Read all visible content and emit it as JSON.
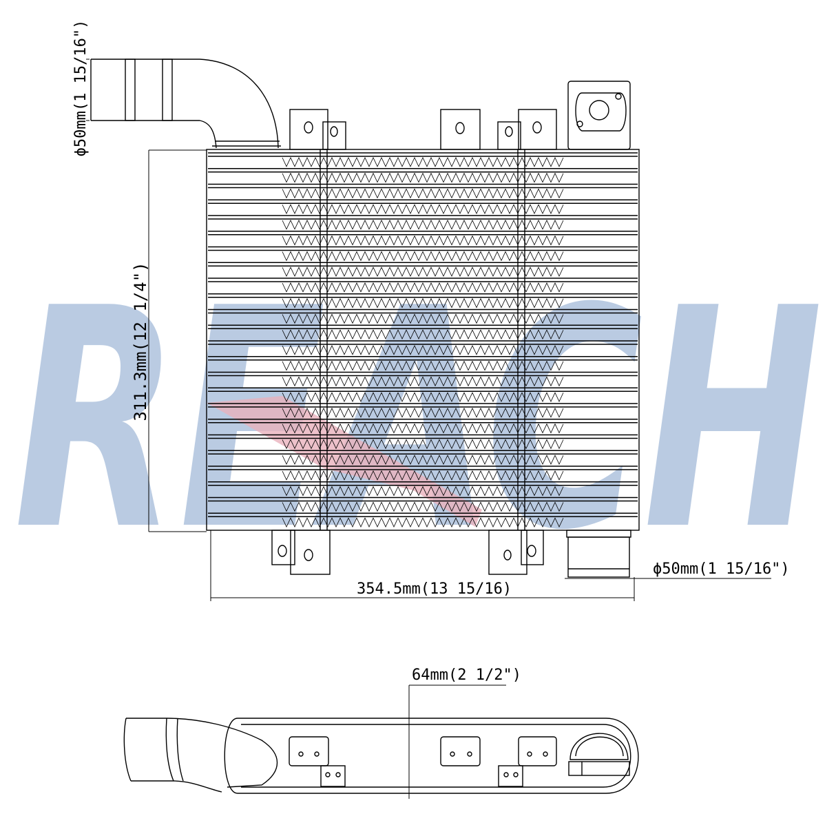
{
  "watermark": {
    "text": "REACH",
    "color_main": "#b7c9e1",
    "color_accent": "#e9b1bd"
  },
  "dimensions": {
    "inlet_diameter": "ϕ50mm(1 15/16\")",
    "height": "311.3mm(12 1/4\")",
    "outlet_diameter": "ϕ50mm(1 15/16\")",
    "width": "354.5mm(13 15/16)",
    "depth": "64mm(2 1/2\")"
  },
  "core": {
    "tube_rows": 24
  },
  "colors": {
    "line": "#000000",
    "background": "#ffffff"
  }
}
